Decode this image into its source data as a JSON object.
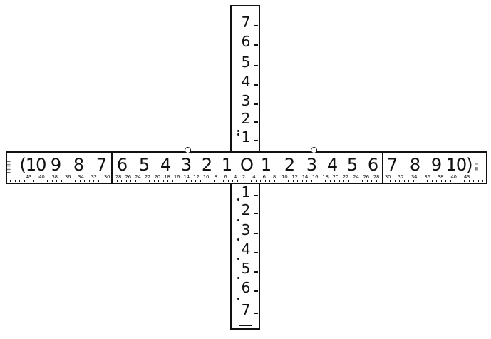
{
  "horizontal_scale": {
    "left_section_numbers": [
      "(10",
      "9",
      "8",
      "7"
    ],
    "left_middle_numbers": [
      "6",
      "5",
      "4",
      "3",
      "2",
      "1"
    ],
    "center_number": "O",
    "right_middle_numbers": [
      "1",
      "2",
      "3",
      "4",
      "5",
      "6"
    ],
    "right_section_numbers": [
      "7",
      "8",
      "9",
      "10)"
    ],
    "left_section_small": [
      "43",
      "40",
      "38",
      "36",
      "34",
      "32",
      "30"
    ],
    "left_middle_small": [
      "28",
      "26",
      "24",
      "22",
      "20",
      "18",
      "16",
      "14",
      "12",
      "10",
      "8",
      "6",
      "4"
    ],
    "right_middle_small": [
      "2",
      "4",
      "6",
      "8",
      "10",
      "12",
      "14",
      "16",
      "18",
      "20",
      "22",
      "24",
      "26",
      "28"
    ],
    "right_section_small": [
      "30",
      "32",
      "34",
      "36",
      "38",
      "40",
      "43"
    ]
  },
  "vertical_scale": {
    "upper_numbers": [
      "7",
      "6",
      "5",
      "4",
      "3",
      "2",
      "1"
    ],
    "lower_numbers": [
      "1",
      "2",
      "3",
      "4",
      "5",
      "6",
      "7"
    ]
  }
}
